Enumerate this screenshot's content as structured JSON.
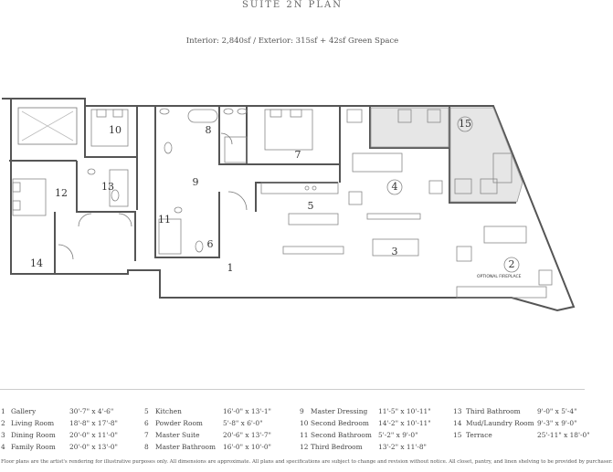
{
  "title": "SUITE 2N PLAN",
  "subtitle": "Interior: 2,840sf / Exterior: 315sf + 42sf Green Space",
  "plan_labels": [
    {
      "num": "1",
      "key": "gallery"
    },
    {
      "num": "2",
      "key": "living-room"
    },
    {
      "num": "3",
      "key": "dining-room"
    },
    {
      "num": "4",
      "key": "family-room"
    },
    {
      "num": "5",
      "key": "kitchen"
    },
    {
      "num": "6",
      "key": "powder-room"
    },
    {
      "num": "7",
      "key": "master-suite"
    },
    {
      "num": "8",
      "key": "master-bathroom"
    },
    {
      "num": "9",
      "key": "master-dressing"
    },
    {
      "num": "10",
      "key": "second-bedroom"
    },
    {
      "num": "11",
      "key": "second-bathroom"
    },
    {
      "num": "12",
      "key": "third-bedroom"
    },
    {
      "num": "13",
      "key": "third-bathroom"
    },
    {
      "num": "14",
      "key": "mud-laundry-room"
    },
    {
      "num": "15",
      "key": "terrace"
    }
  ],
  "fireplace_note": "OPTIONAL FIREPLACE",
  "legend": [
    {
      "num": "1",
      "name": "Gallery",
      "dim": "30'-7\" x 4'-6\""
    },
    {
      "num": "2",
      "name": "Living Room",
      "dim": "18'-8\" x 17'-8\""
    },
    {
      "num": "3",
      "name": "Dining Room",
      "dim": "20'-0\" x 11'-0\""
    },
    {
      "num": "4",
      "name": "Family Room",
      "dim": "20'-0\" x 13'-0\""
    },
    {
      "num": "5",
      "name": "Kitchen",
      "dim": "16'-0\" x 13'-1\""
    },
    {
      "num": "6",
      "name": "Powder Room",
      "dim": "5'-8\" x 6'-0\""
    },
    {
      "num": "7",
      "name": "Master Suite",
      "dim": "20'-6\" x 13'-7\""
    },
    {
      "num": "8",
      "name": "Master Bathroom",
      "dim": "16'-0\" x 10'-0\""
    },
    {
      "num": "9",
      "name": "Master Dressing",
      "dim": "11'-5\" x 10'-11\""
    },
    {
      "num": "10",
      "name": "Second Bedroom",
      "dim": "14'-2\" x 10'-11\""
    },
    {
      "num": "11",
      "name": "Second Bathroom",
      "dim": "5'-2\" x 9'-0\""
    },
    {
      "num": "12",
      "name": "Third Bedroom",
      "dim": "13'-2\" x 11'-8\""
    },
    {
      "num": "13",
      "name": "Third Bathroom",
      "dim": "9'-0\" x 5'-4\""
    },
    {
      "num": "14",
      "name": "Mud/Laundry Room",
      "dim": "9'-3\" x 9'-0\""
    },
    {
      "num": "15",
      "name": "Terrace",
      "dim": "25'-11\" x 18'-0\""
    }
  ],
  "footnote": "Floor plans are the artist's rendering for illustrative purposes only. All dimensions are approximate. All plans and specifications are subject to change and revision without notice. All closet, pantry, and linen shelving to be provided by purchaser."
}
